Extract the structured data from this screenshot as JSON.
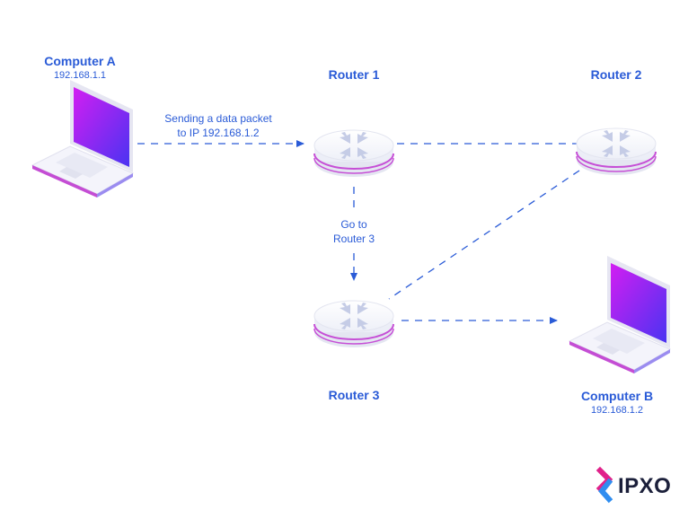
{
  "nodes": {
    "computer_a": {
      "name": "Computer A",
      "ip": "192.168.1.1"
    },
    "computer_b": {
      "name": "Computer B",
      "ip": "192.168.1.2"
    },
    "router_1": {
      "name": "Router 1"
    },
    "router_2": {
      "name": "Router 2"
    },
    "router_3": {
      "name": "Router 3"
    }
  },
  "annotations": {
    "send_line1": "Sending a data packet",
    "send_line2": "to IP 192.168.1.2",
    "goto_line1": "Go to",
    "goto_line2": "Router 3"
  },
  "logo": {
    "text": "IPXO"
  },
  "colors": {
    "accent": "#2a5bd7",
    "screen_start": "#c219f0",
    "screen_end": "#5b2cf0",
    "router_ring": "#c64fd6"
  }
}
